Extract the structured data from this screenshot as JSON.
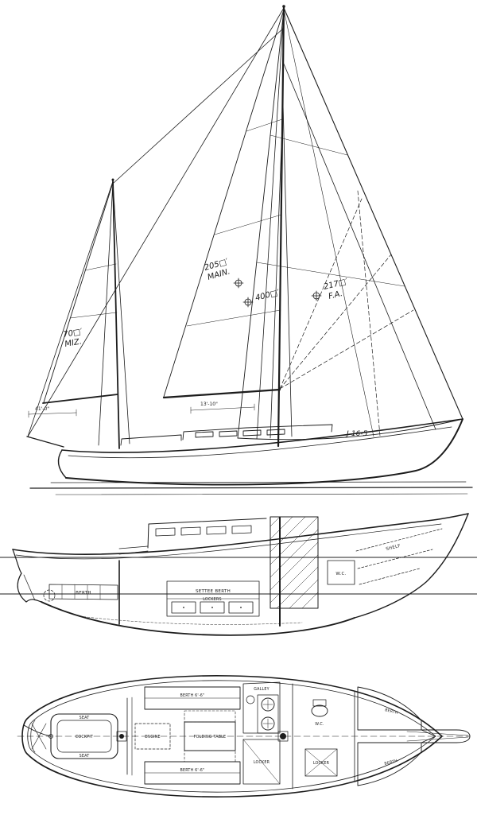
{
  "drawing": {
    "ink_color": "#1c1c1c",
    "paper_color": "#ffffff",
    "views": {
      "sail_plan": {
        "annotations": {
          "main_area": "205□′",
          "main_label": "MAIN.",
          "total_area": "400□′",
          "fore_area": "217□′",
          "fore_label": "F.A.",
          "mizzen_area": "70□′",
          "mizzen_label": "MIZ.",
          "design_number": "J-16-5",
          "dim_aft": "41'-0\"",
          "dim_mid": "13'-10\""
        }
      },
      "profile": {
        "labels": {
          "berth_aft": "BERTH",
          "settee_berth": "SETTEE BERTH",
          "lockers": "LOCKERS",
          "wc": "W.C.",
          "shelf": "SHELF"
        }
      },
      "plan": {
        "labels": {
          "cockpit": "COCKPIT",
          "seat_port": "SEAT",
          "seat_stbd": "SEAT",
          "engine": "ENGINE",
          "berth_port": "BERTH 6'-6\"",
          "berth_stbd": "BERTH 6'-6\"",
          "table": "FOLDING TABLE",
          "galley": "GALLEY",
          "locker_aft": "LOCKER",
          "wc": "W.C.",
          "locker_fwd": "LOCKER",
          "vberth_port": "BERTH",
          "vberth_stbd": "BERTH"
        }
      }
    }
  }
}
